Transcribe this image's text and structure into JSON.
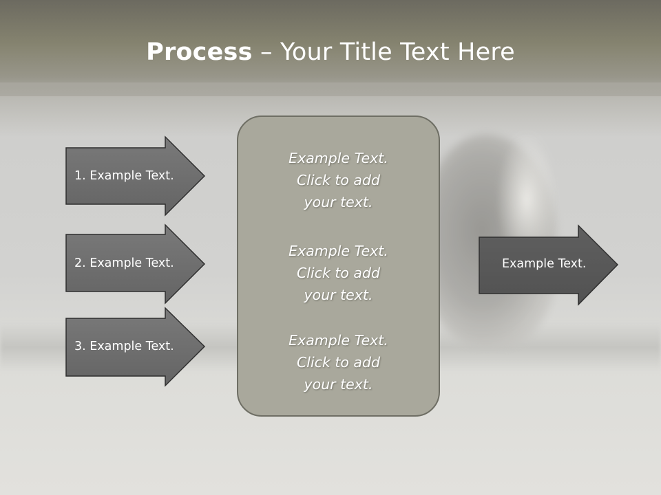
{
  "title": {
    "bold": "Process",
    "separator": " – ",
    "rest": "Your Title Text Here"
  },
  "left_arrows": [
    {
      "label": "1. Example Text."
    },
    {
      "label": "2. Example Text."
    },
    {
      "label": "3. Example Text."
    }
  ],
  "center_box": {
    "blocks": [
      {
        "lines": [
          "Example Text.",
          "Click  to add",
          "your text."
        ]
      },
      {
        "lines": [
          "Example Text.",
          "Click  to add",
          "your text."
        ]
      },
      {
        "lines": [
          "Example Text.",
          "Click  to add",
          "your text."
        ]
      }
    ]
  },
  "right_arrow": {
    "label": "Example Text."
  },
  "colors": {
    "arrow_fill_light": "#6f6f6f",
    "arrow_fill_dark": "#595959",
    "arrow_stroke": "#2f2f2f",
    "box_fill": "#a9a89c",
    "box_stroke": "#6e6e64"
  }
}
